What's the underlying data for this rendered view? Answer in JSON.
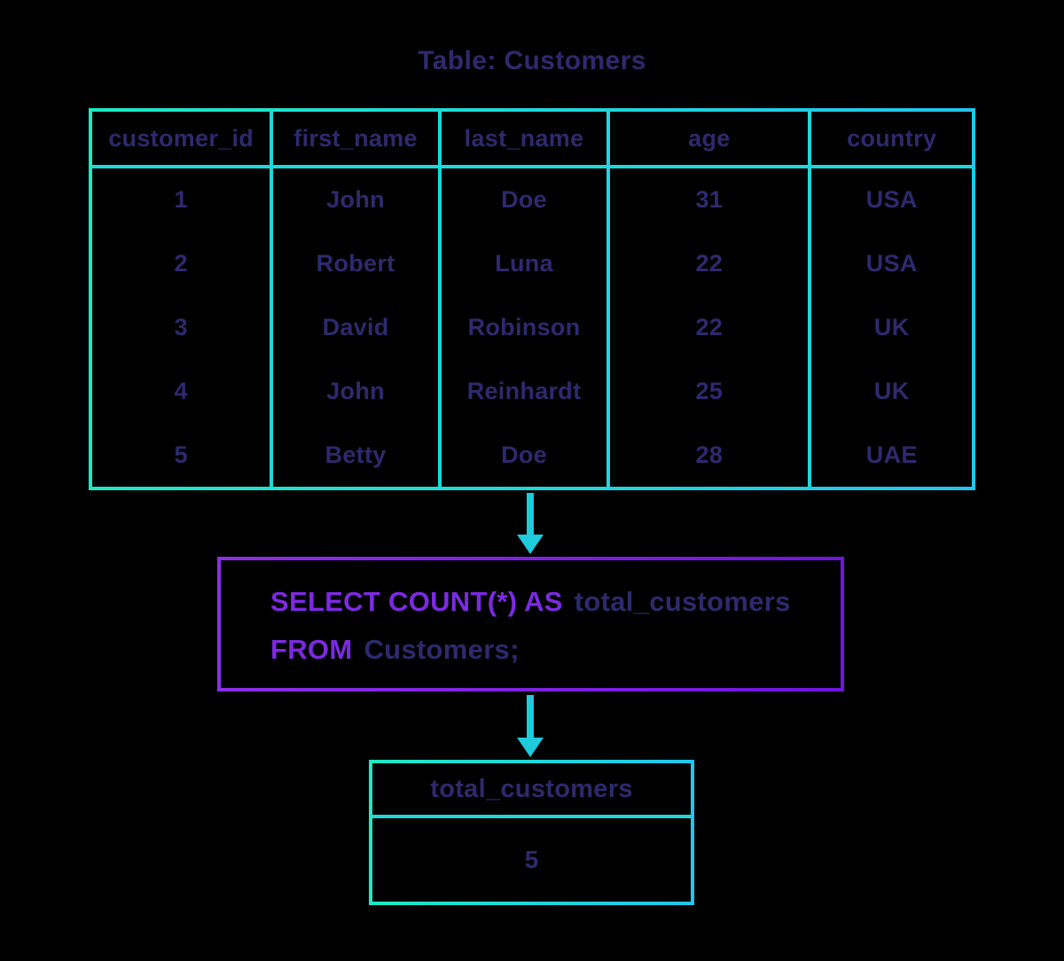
{
  "title": "Table: Customers",
  "colors": {
    "background": "#000000",
    "table_border_cyan": "#1fd8d6",
    "arrow_cyan": "#1dcbdd",
    "query_border_purple": "#7b1fe0",
    "keyword_purple": "#7c2ae2",
    "text_navy": "#2d2a6e"
  },
  "customers_table": {
    "columns": [
      "customer_id",
      "first_name",
      "last_name",
      "age",
      "country"
    ],
    "rows": [
      [
        "1",
        "John",
        "Doe",
        "31",
        "USA"
      ],
      [
        "2",
        "Robert",
        "Luna",
        "22",
        "USA"
      ],
      [
        "3",
        "David",
        "Robinson",
        "22",
        "UK"
      ],
      [
        "4",
        "John",
        "Reinhardt",
        "25",
        "UK"
      ],
      [
        "5",
        "Betty",
        "Doe",
        "28",
        "UAE"
      ]
    ]
  },
  "query": {
    "line1": {
      "keyword": "SELECT COUNT(*) AS",
      "identifier": "total_customers"
    },
    "line2": {
      "keyword": "FROM",
      "identifier": "Customers;"
    }
  },
  "result_table": {
    "header": "total_customers",
    "value": "5"
  }
}
